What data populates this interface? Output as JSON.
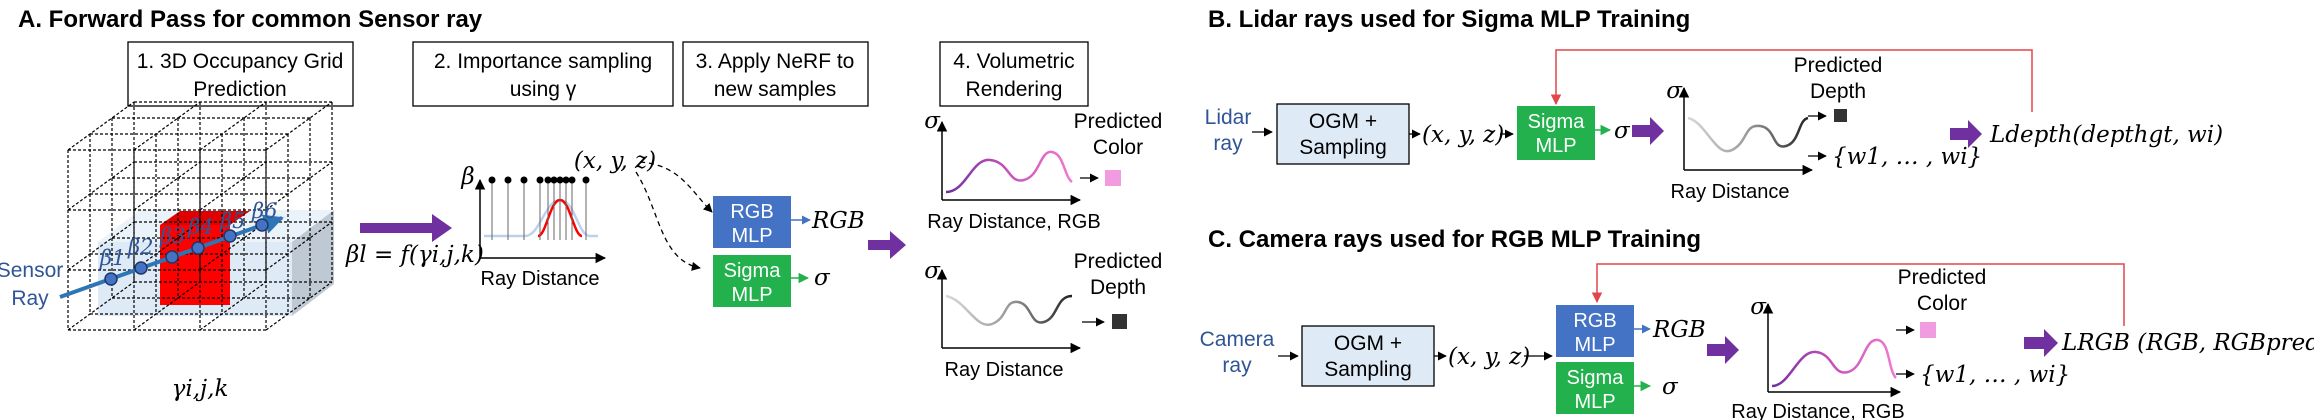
{
  "panel_a": {
    "title": "A. Forward Pass for common Sensor ray",
    "step1": [
      "1. 3D Occupancy Grid",
      "Prediction"
    ],
    "step2": [
      "2. Importance sampling",
      "using γ"
    ],
    "step3": [
      "3. Apply NeRF to",
      "new samples"
    ],
    "step4": [
      "4. Volumetric",
      "Rendering"
    ],
    "sensor_ray": [
      "Sensor",
      "Ray"
    ],
    "betas": [
      "β1",
      "β2",
      "β3",
      "β4",
      "β5",
      "β6"
    ],
    "gamma_label": "γi,j,k",
    "beta_eq": "βl = f(γi,j,k)",
    "beta_axis": "β",
    "ray_distance": "Ray Distance",
    "xyz": "(x, y, z)",
    "rgb_mlp": [
      "RGB",
      "MLP"
    ],
    "sigma_mlp": [
      "Sigma",
      "MLP"
    ],
    "rgb_out": "RGB",
    "sigma_out": "σ",
    "sigma_axis": "σ",
    "ray_distance_rgb": "Ray Distance, RGB",
    "predicted_color": [
      "Predicted",
      "Color"
    ],
    "predicted_depth": [
      "Predicted",
      "Depth"
    ]
  },
  "panel_b": {
    "title": "B. Lidar rays used for Sigma MLP Training",
    "lidar_ray": [
      "Lidar",
      "ray"
    ],
    "ogm": [
      "OGM +",
      "Sampling"
    ],
    "xyz": "(x, y, z)",
    "sigma_mlp": [
      "Sigma",
      "MLP"
    ],
    "sigma_out": "σ",
    "sigma_axis": "σ",
    "ray_distance": "Ray Distance",
    "predicted_depth": [
      "Predicted",
      "Depth"
    ],
    "weights": "{w1, … , wi}",
    "loss": "Ldepth(depthgt, wi)"
  },
  "panel_c": {
    "title": "C. Camera rays used for RGB MLP Training",
    "camera_ray": [
      "Camera",
      "ray"
    ],
    "ogm": [
      "OGM +",
      "Sampling"
    ],
    "xyz": "(x, y, z)",
    "rgb_mlp": [
      "RGB",
      "MLP"
    ],
    "sigma_mlp": [
      "Sigma",
      "MLP"
    ],
    "rgb_out": "RGB",
    "sigma_out": "σ",
    "sigma_axis": "σ",
    "ray_distance_rgb": "Ray Distance, RGB",
    "predicted_color": [
      "Predicted",
      "Color"
    ],
    "weights": "{w1, … , wi}",
    "loss": "LRGB (RGB, RGBpred, wi)"
  },
  "colors": {
    "rgb_mlp": "#4472C4",
    "sigma_mlp": "#22B14C",
    "ogm_fill": "#DEEBF7",
    "purple_arrow": "#7030A0",
    "ray_blue": "#2E75B6",
    "red_feedback": "#E0474C",
    "pink": "#E377C2",
    "occupied_red": "#FF0000"
  }
}
